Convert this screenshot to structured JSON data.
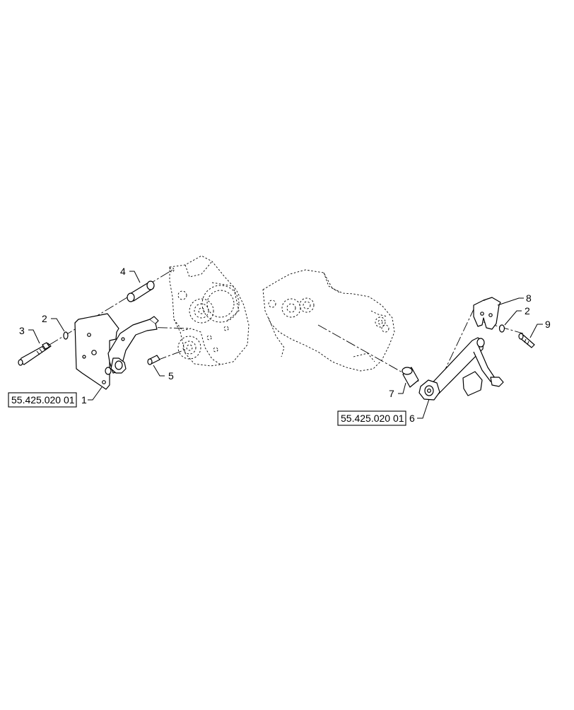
{
  "reference_labels": [
    {
      "id": "ref-left",
      "text": "55.425.020 01"
    },
    {
      "id": "ref-right",
      "text": "55.425.020 01"
    }
  ],
  "callouts": [
    {
      "id": "c1",
      "text": "1"
    },
    {
      "id": "c2a",
      "text": "2"
    },
    {
      "id": "c3",
      "text": "3"
    },
    {
      "id": "c4",
      "text": "4"
    },
    {
      "id": "c5",
      "text": "5"
    },
    {
      "id": "c6",
      "text": "6"
    },
    {
      "id": "c7",
      "text": "7"
    },
    {
      "id": "c8",
      "text": "8"
    },
    {
      "id": "c2b",
      "text": "2"
    },
    {
      "id": "c9",
      "text": "9"
    }
  ]
}
